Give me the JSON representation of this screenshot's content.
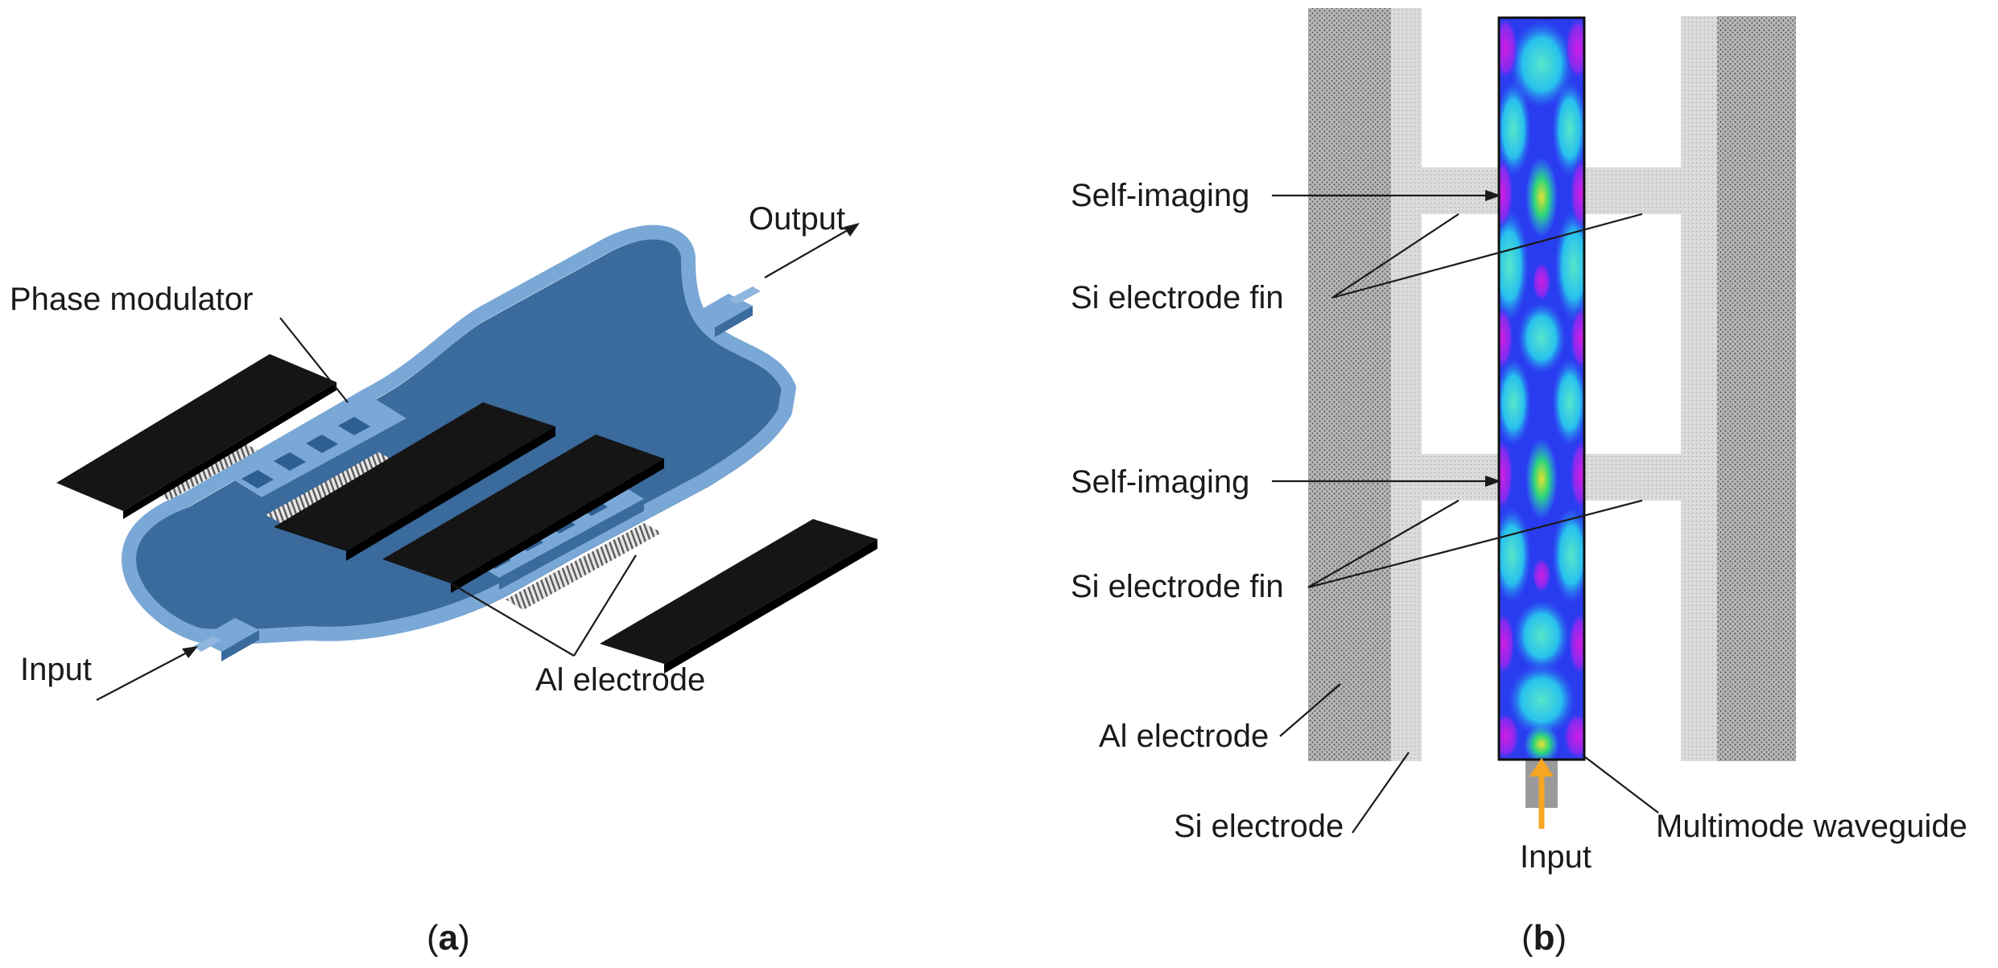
{
  "panel_a": {
    "caption_open": "(",
    "caption_letter": "a",
    "caption_close": ")",
    "labels": {
      "output": "Output",
      "phase_modulator": "Phase modulator",
      "input": "Input",
      "al_electrode": "Al electrode"
    }
  },
  "panel_b": {
    "caption_open": "(",
    "caption_letter": "b",
    "caption_close": ")",
    "labels": {
      "self_imaging_1": "Self-imaging",
      "si_electrode_fin_1": "Si electrode fin",
      "self_imaging_2": "Self-imaging",
      "si_electrode_fin_2": "Si electrode fin",
      "al_electrode": "Al electrode",
      "si_electrode": "Si electrode",
      "multimode_waveguide": "Multimode waveguide",
      "input": "Input"
    }
  },
  "colors": {
    "waveguide_blue": "#7aa8d6",
    "electrode_black": "#151515",
    "al_pattern_gray": "#8a8a8a",
    "si_gray": "#cfcfcf",
    "field_magenta": "#d21ad8",
    "field_blue": "#2a3cf0",
    "field_cyan": "#28d8e8",
    "field_green": "#30e070",
    "field_yellow": "#f2ea2a",
    "input_arrow": "#f5a623"
  }
}
